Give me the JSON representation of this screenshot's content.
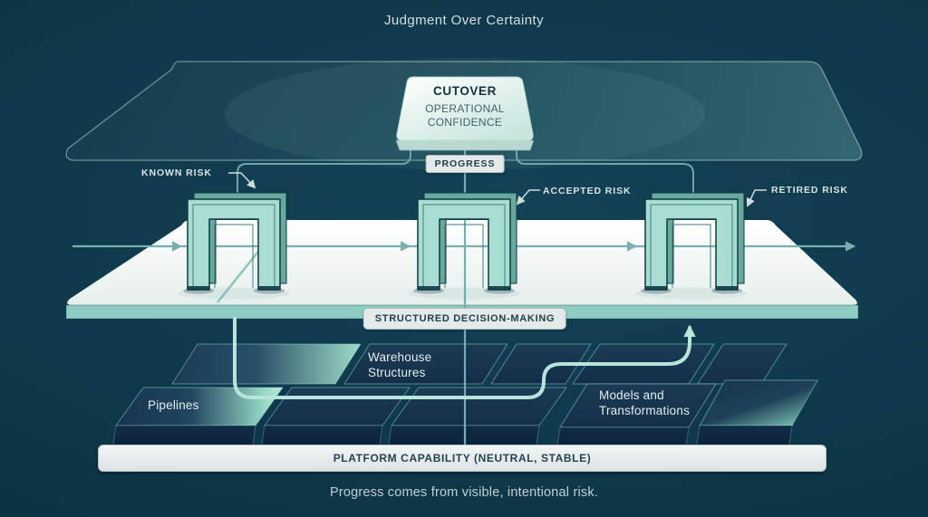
{
  "diagram": {
    "title": "Judgment Over Certainty",
    "caption": "Progress comes from visible, intentional risk."
  },
  "sign": {
    "heading": "CUTOVER",
    "subline1": "OPERATIONAL",
    "subline2": "CONFIDENCE"
  },
  "badges": {
    "progress": "PROGRESS",
    "decision": "STRUCTURED DECISION-MAKING",
    "platform": "PLATFORM CAPABILITY (NEUTRAL, STABLE)"
  },
  "risk_labels": {
    "known": "KNOWN RISK",
    "accepted": "ACCEPTED RISK",
    "retired": "RETIRED RISK"
  },
  "layers": {
    "pipelines": "Pipelines",
    "warehouse": "Warehouse Structures",
    "models": "Models and Transformations"
  },
  "colors": {
    "background": "#0e3748",
    "gate_mint": "#a9dcd2",
    "flow_line": "#79afb1",
    "bright_path": "#b7e5da",
    "platform_white": "#f4f9f8",
    "badge_bg": "#e4eaea",
    "text_light": "#d4dfe2",
    "text_dark": "#223f4a"
  }
}
